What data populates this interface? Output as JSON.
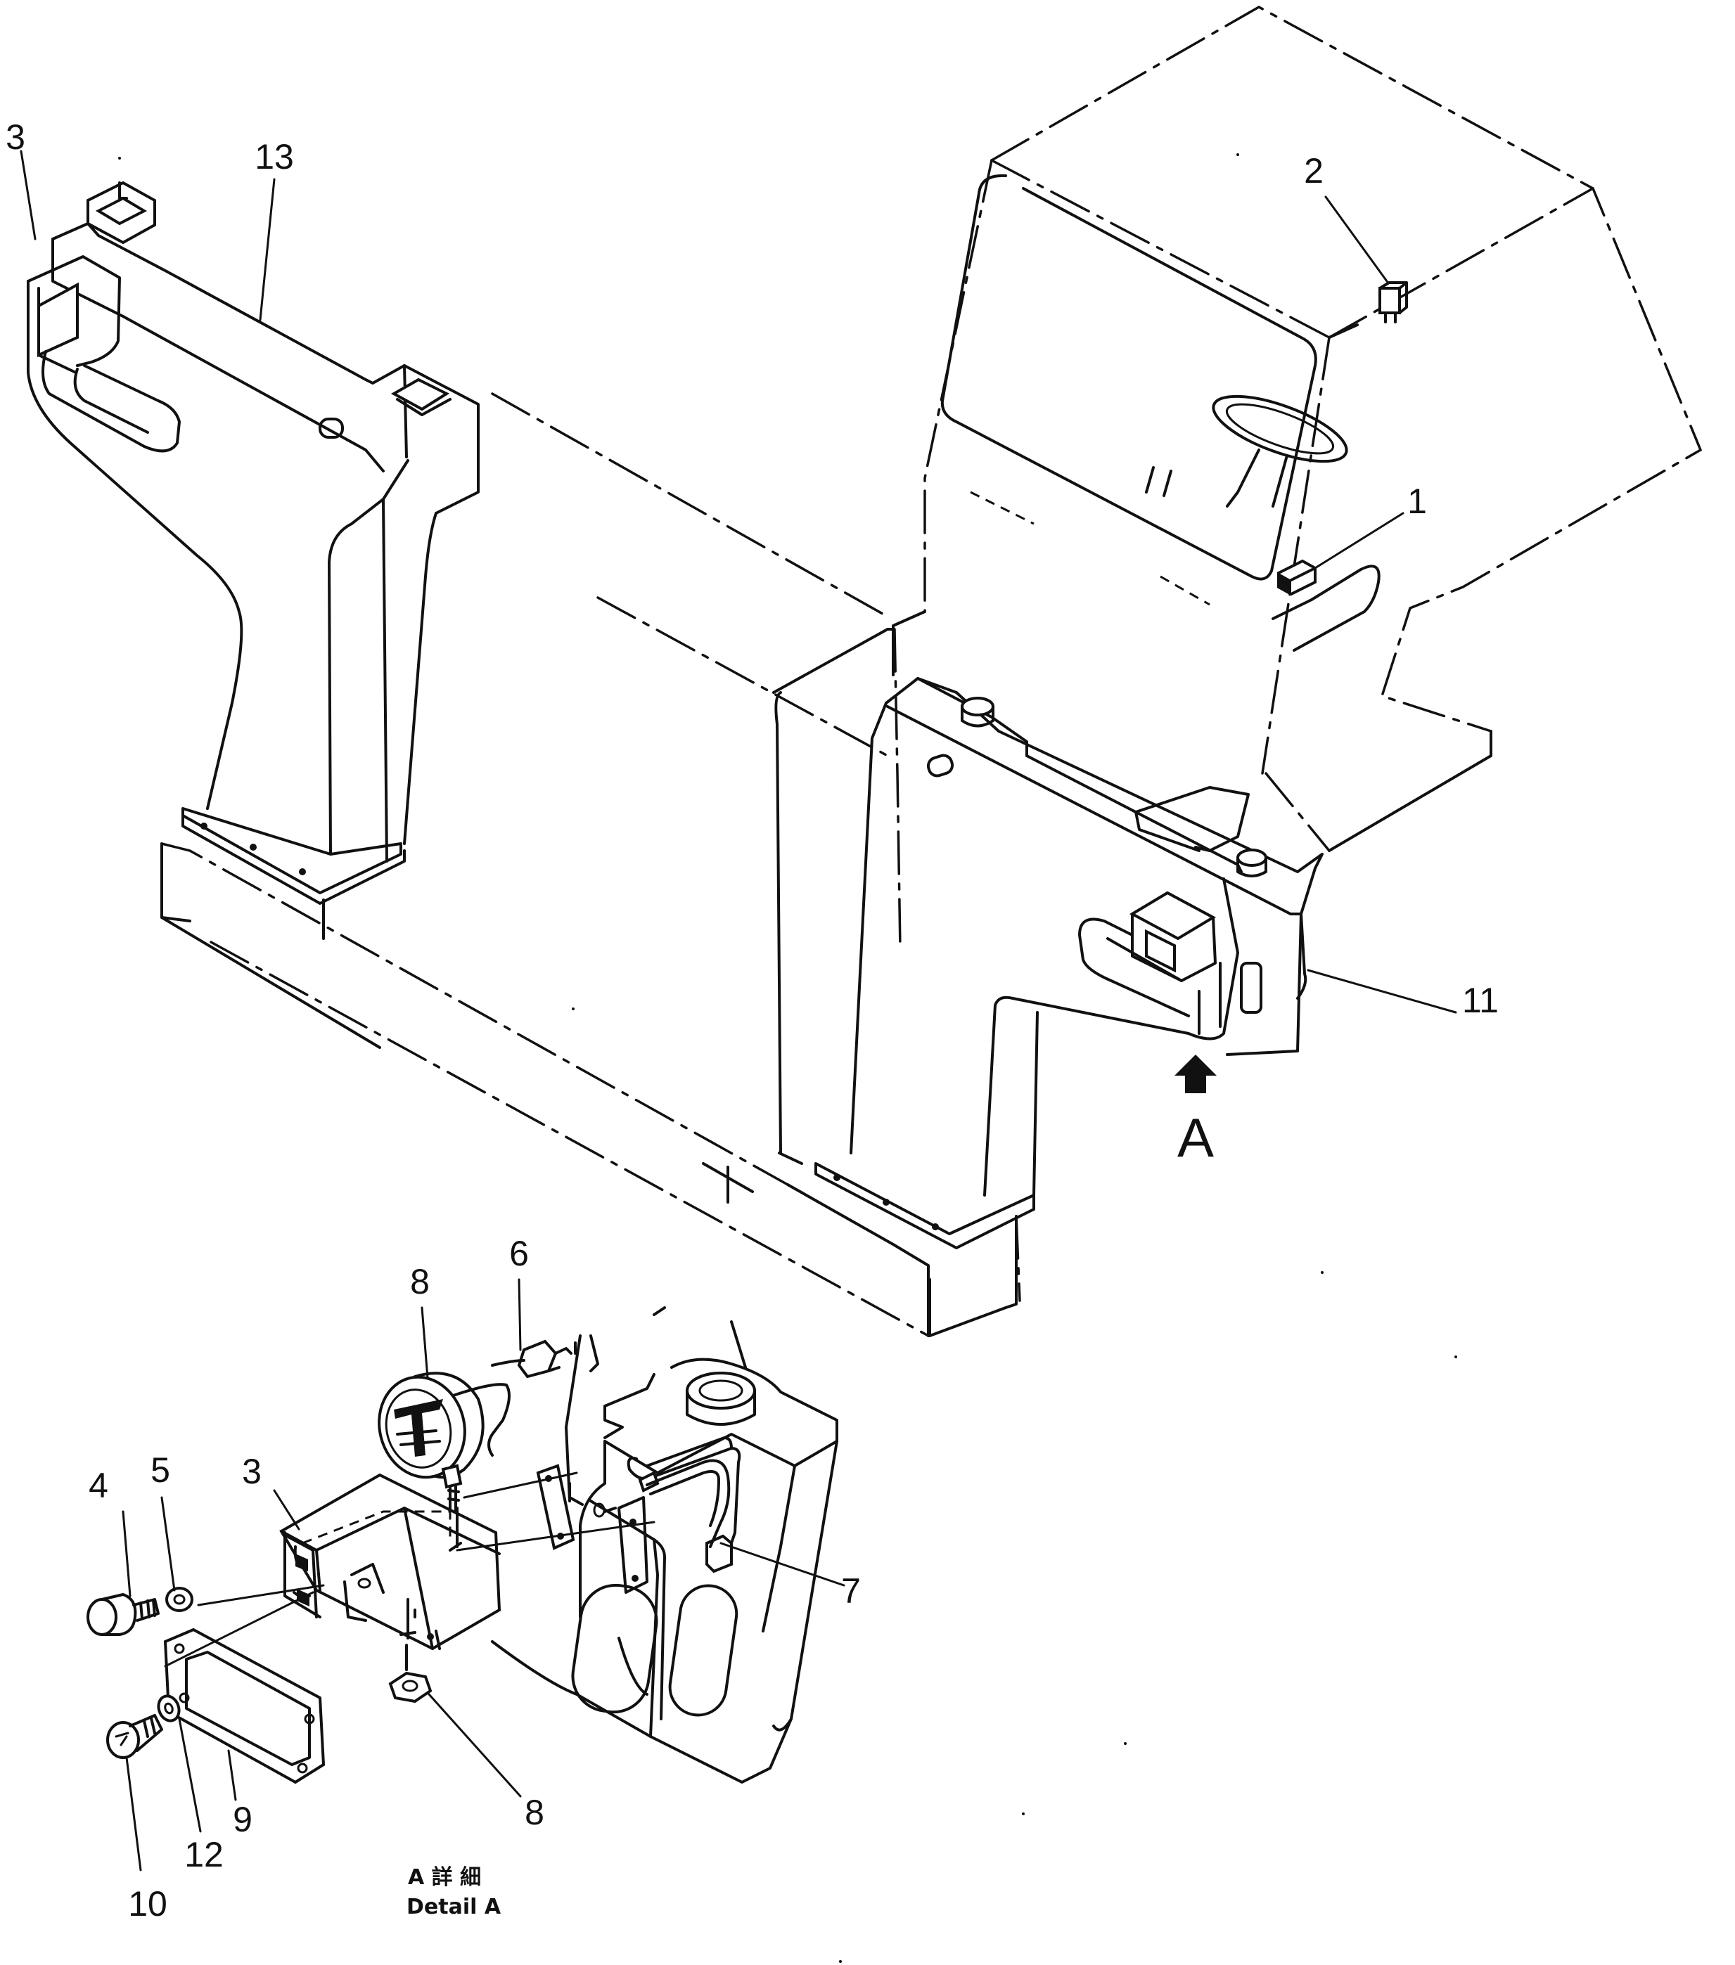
{
  "callouts": [
    {
      "id": "c1",
      "text": "1"
    },
    {
      "id": "c2",
      "text": "2"
    },
    {
      "id": "c3a",
      "text": "3"
    },
    {
      "id": "c3b",
      "text": "3"
    },
    {
      "id": "c4",
      "text": "4"
    },
    {
      "id": "c5",
      "text": "5"
    },
    {
      "id": "c6",
      "text": "6"
    },
    {
      "id": "c7",
      "text": "7"
    },
    {
      "id": "c8a",
      "text": "8"
    },
    {
      "id": "c8b",
      "text": "8"
    },
    {
      "id": "c9",
      "text": "9"
    },
    {
      "id": "c10",
      "text": "10"
    },
    {
      "id": "c11",
      "text": "11"
    },
    {
      "id": "c12",
      "text": "12"
    },
    {
      "id": "c13",
      "text": "13"
    }
  ],
  "view_arrow_label": "A",
  "detail_caption": {
    "line1": "A 詳 細",
    "line2": "Detail A"
  }
}
